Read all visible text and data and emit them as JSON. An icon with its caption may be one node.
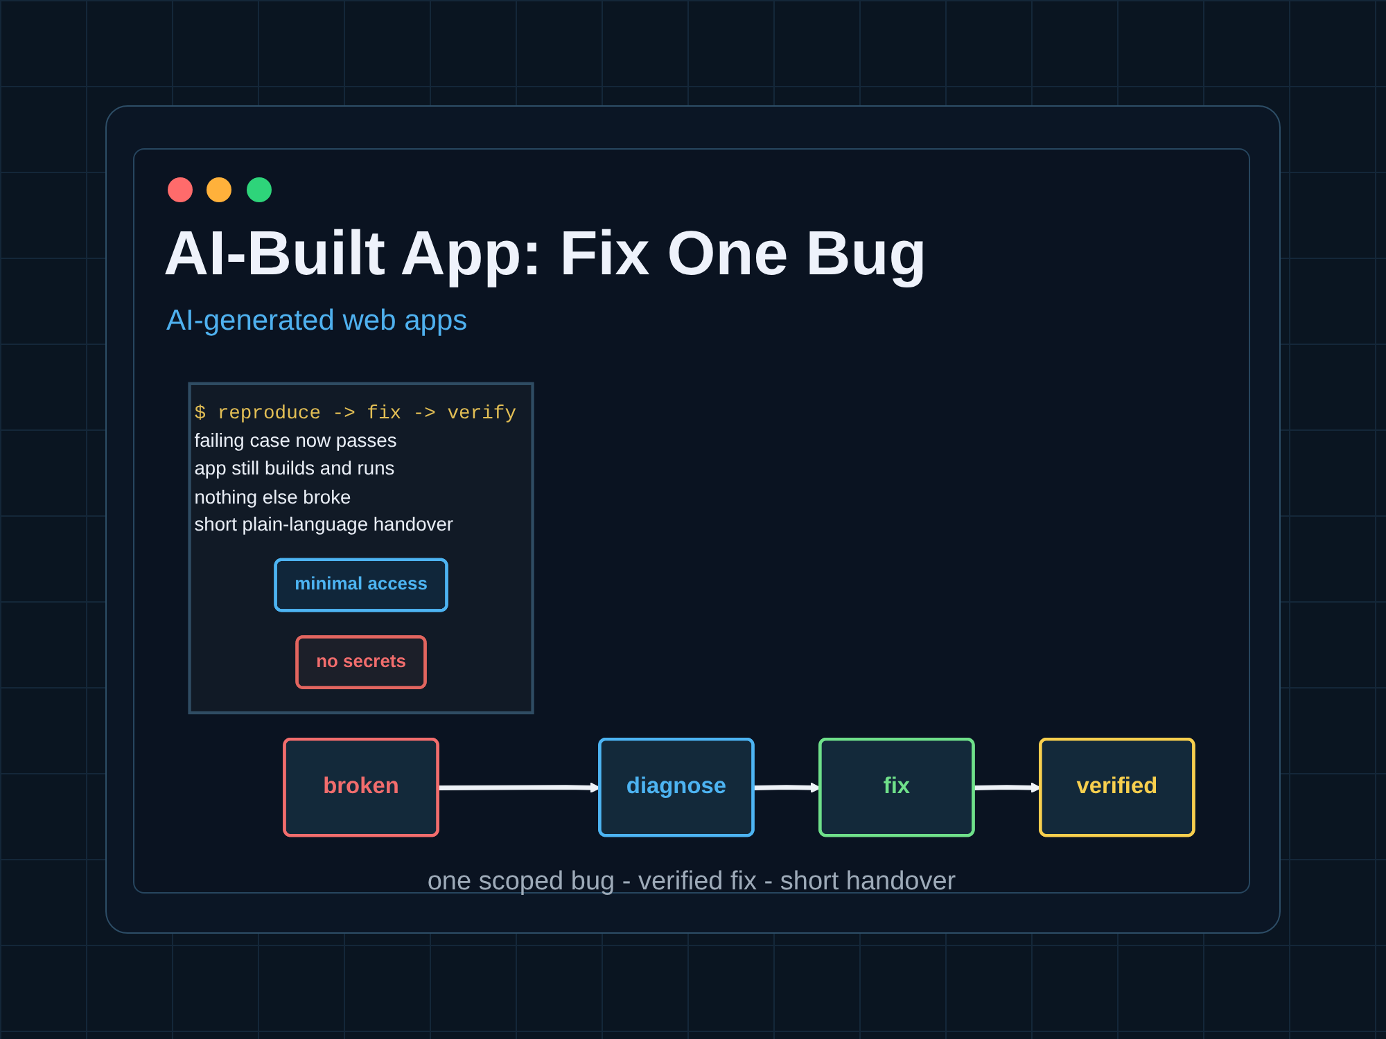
{
  "diagram": {
    "title": "AI-Built App: Fix One Bug",
    "nodes": [
      {
        "text": [
          "broken"
        ]
      },
      {
        "text": [
          "diagnose"
        ]
      },
      {
        "text": [
          "fix"
        ]
      },
      {
        "text": [
          "verified"
        ]
      },
      {
        "text": [
          "$ reproduce -> fix -> verify",
          "failing case now passes",
          "app still builds and runs",
          "nothing else broke",
          "short plain-language handover"
        ]
      },
      {
        "text": [
          "minimal access"
        ],
        "in": 4
      },
      {
        "text": [
          "no secrets"
        ],
        "in": 4
      }
    ],
    "edges": [
      {
        "from": 0,
        "to": 1,
        "arrow": "to"
      },
      {
        "from": 1,
        "to": 2,
        "arrow": "to"
      },
      {
        "from": 2,
        "to": 3,
        "arrow": "to"
      }
    ],
    "labels": [
      "AI-generated web apps"
    ],
    "caption": "one scoped bug - verified fix - short handover"
  }
}
